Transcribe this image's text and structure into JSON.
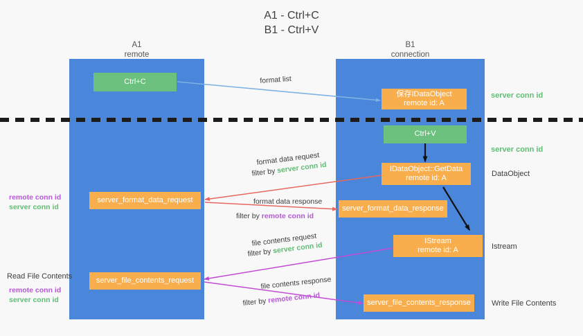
{
  "title": {
    "line1": "A1 - Ctrl+C",
    "line2": "B1 - Ctrl+V"
  },
  "lanes": [
    {
      "name": "A1",
      "sub": "remote",
      "color": "#4a86d9"
    },
    {
      "name": "B1",
      "sub": "connection",
      "color": "#4a86d9"
    }
  ],
  "nodes": {
    "ctrl_c": {
      "line1": "Ctrl+C",
      "line2": "",
      "color": "#6cc17f"
    },
    "save_idataobject": {
      "line1": "保存IDataObject",
      "line2": "remote id: A",
      "color": "#f9ae4e"
    },
    "ctrl_v": {
      "line1": "Ctrl+V",
      "line2": "",
      "color": "#6cc17f"
    },
    "getdata": {
      "line1": "IDataObject::GetData",
      "line2": "remote id: A",
      "color": "#f9ae4e"
    },
    "istream": {
      "line1": "IStream",
      "line2": "remote id: A",
      "color": "#f9ae4e"
    },
    "format_data_request": {
      "line1": "server_format_data_request",
      "line2": "",
      "color": "#f9ae4e"
    },
    "format_data_response": {
      "line1": "server_format_data_response",
      "line2": "",
      "color": "#f9ae4e"
    },
    "file_contents_request": {
      "line1": "server_file_contents_request",
      "line2": "",
      "color": "#f9ae4e"
    },
    "file_contents_response": {
      "line1": "server_file_contents_response",
      "line2": "",
      "color": "#f9ae4e"
    }
  },
  "edge_labels": {
    "format_list": "format list",
    "format_data_request": "format data request",
    "format_data_request_filter_prefix": "filter by ",
    "format_data_request_filter_key": "server conn id",
    "format_data_response": "format data response",
    "format_data_response_filter_prefix": "filter by ",
    "format_data_response_filter_key": "remote conn id",
    "file_contents_request": "file contents request",
    "file_contents_request_filter_prefix": "filter by ",
    "file_contents_request_filter_key": "server conn id",
    "file_contents_response": "file contents response",
    "file_contents_response_filter_prefix": "filter by ",
    "file_contents_response_filter_key": "remote conn id"
  },
  "annotations": {
    "server_conn_id_top": "server conn id",
    "server_conn_id_mid": "server conn id",
    "dataobject": "DataObject",
    "istream": "Istream",
    "write_file_contents": "Write File Contents",
    "read_file_contents": "Read File Contents",
    "left_remote_conn_id_1": "remote conn id",
    "left_server_conn_id_1": "server conn id",
    "left_remote_conn_id_2": "remote conn id",
    "left_server_conn_id_2": "server conn id"
  },
  "colors": {
    "lane": "#4a86d9",
    "green_node": "#6cc17f",
    "orange_node": "#f9ae4e",
    "green_text": "#5fbd74",
    "purple_text": "#b45ad4",
    "blue_arrow": "#7fb2e5",
    "red_arrow": "#e8675f",
    "magenta_arrow": "#c44ad6",
    "dashed_divider": "#1c1c1c",
    "background": "#f8f8f8"
  }
}
